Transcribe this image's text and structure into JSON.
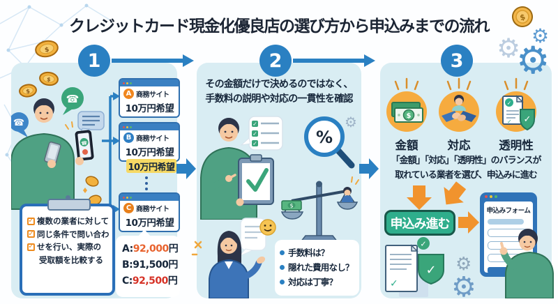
{
  "title": "クレジットカード現金化優良店の選び方から申込みまでの流れ",
  "colors": {
    "primary_blue": "#2a80c2",
    "panel_bg": "#d9edf3",
    "accent_orange": "#f0861f",
    "arrow_orange": "#f1932d",
    "cta_green": "#2fae8c",
    "highlight_yellow": "#f6d964",
    "price_a": "#e8622d",
    "price_b": "#16263a",
    "price_c": "#d63226"
  },
  "icons": {
    "gear": "⚙",
    "phone": "☎",
    "check": "✓",
    "dollar": "$",
    "percent": "%"
  },
  "step1": {
    "number": "1",
    "sites": [
      {
        "badge": "A",
        "name": "商務サイト",
        "amount": "10万円希望"
      },
      {
        "badge": "B",
        "name": "商務サイト",
        "amount": "10万円希望",
        "highlight": "10万円希望"
      },
      {
        "badge": "C",
        "name": "商務サイト",
        "amount": "10万円希望"
      }
    ],
    "checklist_lines": [
      "複数の業者に対して",
      "同じ条件で問い合わ",
      "せを行い、実際の",
      "受取額を比較する"
    ],
    "results": [
      {
        "label": "A:",
        "value": "92,000",
        "unit": "円"
      },
      {
        "label": "B:",
        "value": "91,500",
        "unit": "円"
      },
      {
        "label": "C:",
        "value": "92,500",
        "unit": "円"
      }
    ]
  },
  "step2": {
    "number": "2",
    "heading_line1": "その金額だけで決めるのではなく、",
    "heading_line2": "手数料の説明や対応の一貫性を確認",
    "questions": [
      "手数料は？",
      "隠れた費用なし？",
      "対応は丁寧？"
    ]
  },
  "step3": {
    "number": "3",
    "criteria": [
      {
        "label": "金額"
      },
      {
        "label": "対応"
      },
      {
        "label": "透明性"
      }
    ],
    "summary_line1": "「金額」「対応」「透明性」のバランスが",
    "summary_line2": "取れている業者を選び、申込みに進む",
    "cta_label": "申込み進む",
    "form_title": "申込みフォーム"
  }
}
